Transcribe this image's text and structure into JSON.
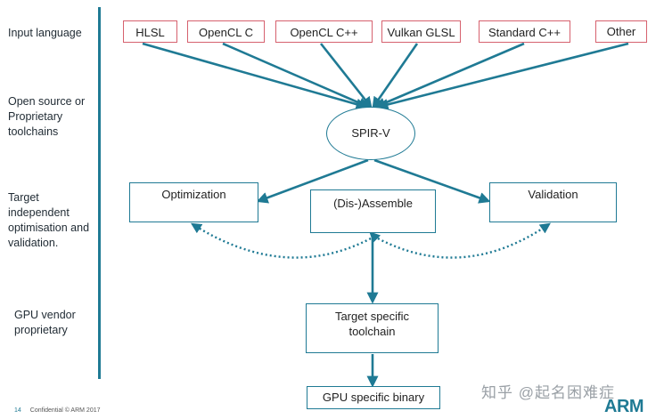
{
  "rows": {
    "input_language": "Input language",
    "toolchains": "Open source or Proprietary toolchains",
    "target_independent": "Target independent optimisation and validation.",
    "gpu_vendor": "GPU vendor proprietary"
  },
  "inputs": [
    "HLSL",
    "OpenCL C",
    "OpenCL C++",
    "Vulkan GLSL",
    "Standard C++",
    "Other"
  ],
  "spirv": "SPIR-V",
  "tools": {
    "optimization": "Optimization",
    "assemble": "(Dis-)Assemble",
    "validation": "Validation"
  },
  "target_toolchain": "Target specific toolchain",
  "gpu_binary": "GPU specific binary",
  "footer": {
    "page": "14",
    "text": "Confidential © ARM 2017"
  },
  "logo": "ARM",
  "watermark": "知乎 @起名困难症",
  "colors": {
    "accent": "#1f7a94",
    "input_border": "#d6616e"
  }
}
